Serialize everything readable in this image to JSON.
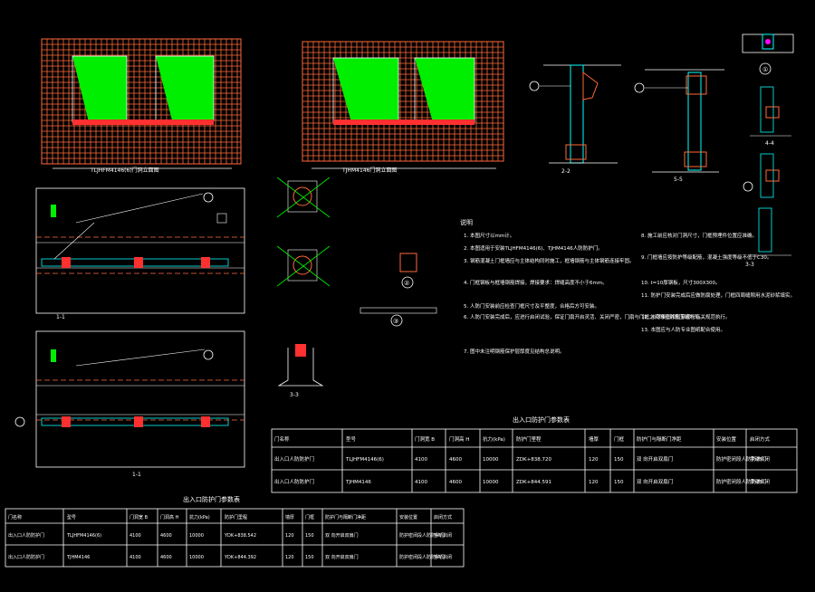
{
  "drawing": {
    "elevation_labels": [
      "TLJHFM4146(6)门洞立面图",
      "TJHM4146门洞立面图"
    ],
    "section_labels": [
      "1-1",
      "2-2",
      "3-3",
      "4-4",
      "5-5"
    ],
    "detail_labels": [
      "①",
      "②",
      "③"
    ],
    "notes": {
      "title": "说明",
      "left": [
        "1. 本图尺寸以mm计。",
        "2. 本图适用于安装TLJHFM4146(6)、TJHM4146人防防护门。",
        "3. 钢筋混凝土门框墙应与主体结构同时施工，框墙钢筋与主体钢筋连接牢固。",
        "4. 门框钢板与框墙钢筋焊接，焊接要求：焊缝高度不小于6mm。",
        "5. 人防门安装前应检查门框尺寸及平整度，合格后方可安装。",
        "6. 人防门安装完成后，应进行启闭试验，保证门扇开启灵活、关闭严密，门扇与门框之间的密封条压缩均匀。",
        "7. 图中未注明钢筋保护层厚度见结构总说明。"
      ],
      "right": [
        "8. 施工前应核对门洞尺寸，门框预埋件位置应准确。",
        "9. 门框墙应按防护等级配筋，混凝土强度等级不低于C30。",
        "10. t=10厚钢板，尺寸300X300。",
        "11. 防护门安装完成后应做防腐处理，门框四周缝隙用水泥砂浆填实。",
        "12. 未尽事宜按国家现行有关规范执行。",
        "13. 本图应与人防专业图纸配合使用。"
      ]
    },
    "table1": {
      "title": "出入口防护门参数表",
      "headers": [
        "门名称",
        "型号",
        "门洞宽 B",
        "门洞高 H",
        "抗力(kPa)",
        "防护门里程",
        "墙厚",
        "门框",
        "防护门与隔断门净距",
        "安装位置",
        "启闭方式"
      ],
      "rows": [
        [
          "出入口人防防护门",
          "TLJHFM4146(6)",
          "4100",
          "4600",
          "10000",
          "ZDK+838.720",
          "120",
          "150",
          "双 向开启双扇门",
          "防护密闭段人防防护门",
          "手动启闭"
        ],
        [
          "出入口人防防护门",
          "TJHM4146",
          "4100",
          "4600",
          "10000",
          "ZDK+844.591",
          "120",
          "150",
          "双 向开启双扇门",
          "防护密闭段人防防护门",
          "手动启闭"
        ]
      ]
    },
    "table2": {
      "title": "出入口防护门参数表",
      "headers": [
        "门名称",
        "型号",
        "门洞宽 B",
        "门洞高 H",
        "抗力(kPa)",
        "防护门里程",
        "墙厚",
        "门框",
        "防护门与隔断门净距",
        "安装位置",
        "启闭方式"
      ],
      "rows": [
        [
          "出入口人防防护门",
          "TLJHFM4146(6)",
          "4100",
          "4600",
          "10000",
          "YDK+838.542",
          "120",
          "150",
          "双 向开启双扇门",
          "防护密闭段人防防护门",
          "手动启闭"
        ],
        [
          "出入口人防防护门",
          "TJHM4146",
          "4100",
          "4600",
          "10000",
          "YDK+844.392",
          "120",
          "150",
          "双 向开启双扇门",
          "防护密闭段人防防护门",
          "手动启闭"
        ]
      ]
    }
  },
  "colors": {
    "background": "#000000",
    "grid_red": "#ff6a3a",
    "green": "#00ee00",
    "white": "#ffffff",
    "yellow": "#ffff00",
    "cyan": "#00ffff",
    "magenta": "#ff00ff"
  }
}
